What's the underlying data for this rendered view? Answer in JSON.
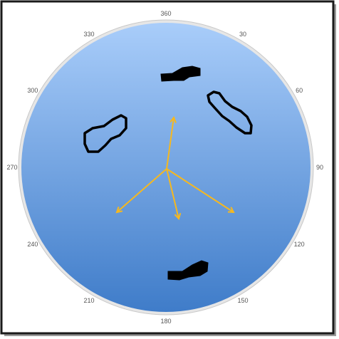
{
  "colors": {
    "frame_outer": "#1a1a1a",
    "frame_inner": "#ffffff",
    "disk_top": "#a9cdfa",
    "disk_bottom": "#3f7cc9",
    "rim": "#d4d4d4",
    "arrow": "#f5b820",
    "blob": "#000000",
    "label": "#555555"
  },
  "compass": {
    "tick_labels": [
      {
        "angle": 0,
        "text": "360"
      },
      {
        "angle": 30,
        "text": "30"
      },
      {
        "angle": 60,
        "text": "60"
      },
      {
        "angle": 90,
        "text": "90"
      },
      {
        "angle": 120,
        "text": "120"
      },
      {
        "angle": 150,
        "text": "150"
      },
      {
        "angle": 180,
        "text": "180"
      },
      {
        "angle": 210,
        "text": "210"
      },
      {
        "angle": 240,
        "text": "240"
      },
      {
        "angle": 270,
        "text": "270"
      },
      {
        "angle": 300,
        "text": "300"
      },
      {
        "angle": 330,
        "text": "330"
      }
    ]
  },
  "shapes": [
    {
      "name": "blob-top",
      "style": "filled"
    },
    {
      "name": "blob-upper-right",
      "style": "outline"
    },
    {
      "name": "blob-left",
      "style": "outline"
    },
    {
      "name": "blob-bottom",
      "style": "filled"
    }
  ],
  "arrows": [
    {
      "name": "arrow-up"
    },
    {
      "name": "arrow-down-left"
    },
    {
      "name": "arrow-down"
    },
    {
      "name": "arrow-down-right"
    }
  ]
}
